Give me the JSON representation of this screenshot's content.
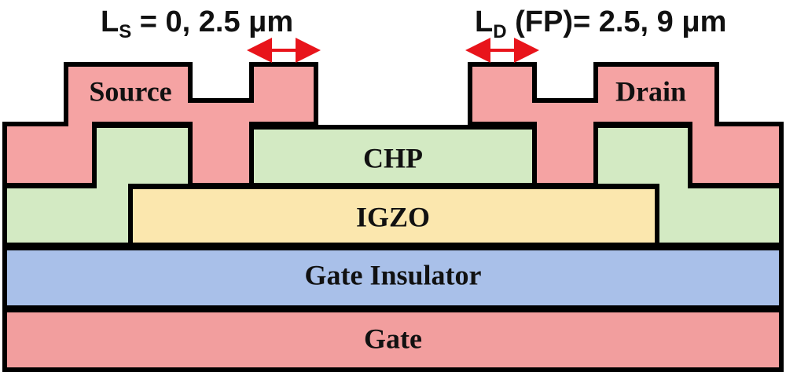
{
  "annotations": {
    "source_length": {
      "symbol": "L",
      "subscript": "S",
      "text": " = 0, 2.5 μm"
    },
    "drain_length": {
      "symbol": "L",
      "subscript": "D",
      "text": " (FP)= 2.5, 9 μm"
    }
  },
  "layers": {
    "source": "Source",
    "drain": "Drain",
    "chp": "CHP",
    "igzo": "IGZO",
    "gate_insulator": "Gate Insulator",
    "gate": "Gate"
  },
  "colors": {
    "electrode": "#f5a3a3",
    "passivation": "#d3eac3",
    "igzo": "#fbe7ae",
    "insulator": "#a9c0e9",
    "gate": "#f29e9e",
    "arrow": "#e8141b"
  }
}
